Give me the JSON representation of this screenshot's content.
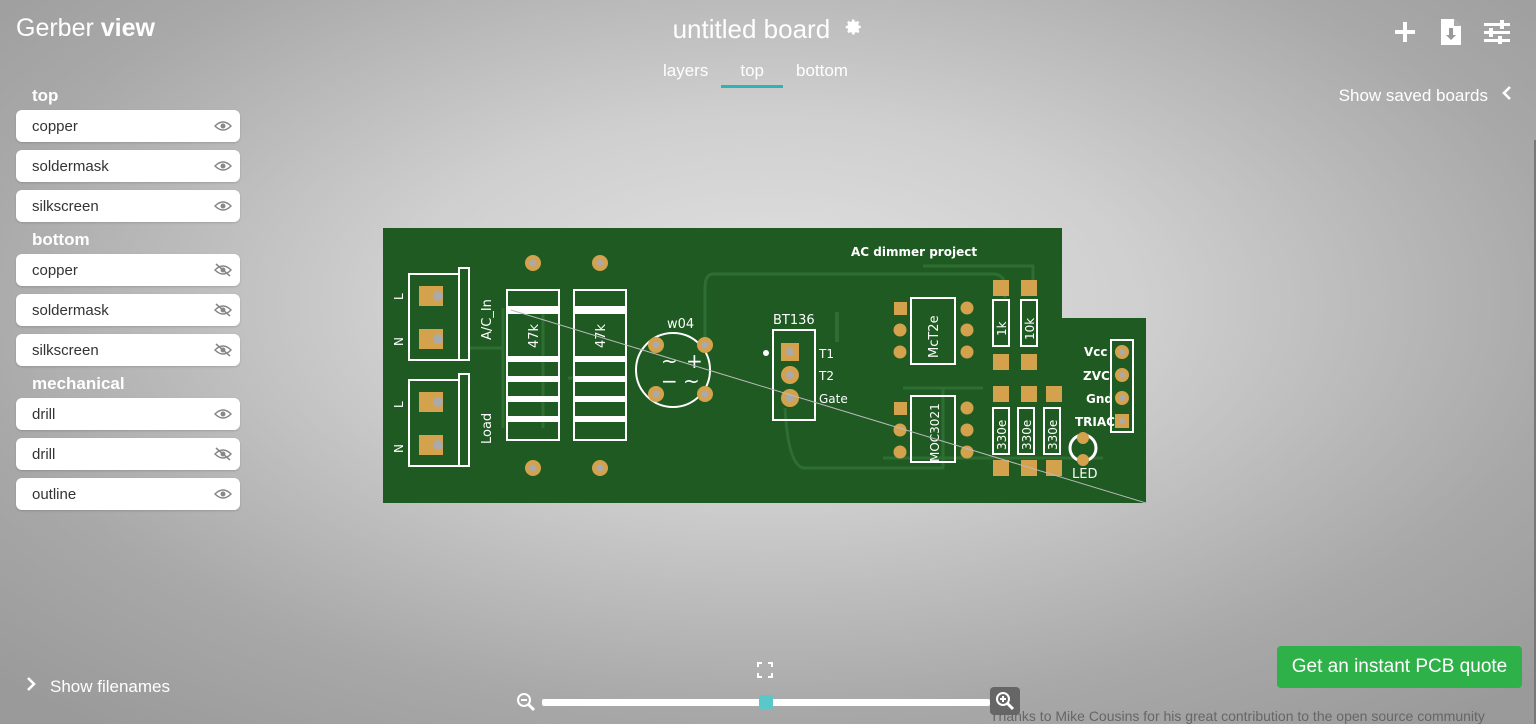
{
  "brand": {
    "prefix": "Gerber",
    "strong": "view"
  },
  "board": {
    "title": "untitled board"
  },
  "tabs": [
    {
      "label": "layers",
      "active": false
    },
    {
      "label": "top",
      "active": true
    },
    {
      "label": "bottom",
      "active": false
    }
  ],
  "top_icons": [
    "plus-icon",
    "download-icon",
    "sliders-icon"
  ],
  "saved_boards": {
    "label": "Show saved boards"
  },
  "sidebar": {
    "sections": [
      {
        "title": "top",
        "layers": [
          {
            "label": "copper",
            "visible": true
          },
          {
            "label": "soldermask",
            "visible": true
          },
          {
            "label": "silkscreen",
            "visible": true
          }
        ]
      },
      {
        "title": "bottom",
        "layers": [
          {
            "label": "copper",
            "visible": false
          },
          {
            "label": "soldermask",
            "visible": false
          },
          {
            "label": "silkscreen",
            "visible": false
          }
        ]
      },
      {
        "title": "mechanical",
        "layers": [
          {
            "label": "drill",
            "visible": true
          },
          {
            "label": "drill",
            "visible": false
          },
          {
            "label": "outline",
            "visible": true
          }
        ]
      }
    ]
  },
  "show_filenames": {
    "label": "Show filenames"
  },
  "zoom": {
    "level": 0.5
  },
  "quote_button": {
    "label": "Get an instant PCB quote"
  },
  "credits": {
    "text": "Thanks to Mike Cousins for his great contribution to the open source community"
  },
  "pcb_labels": {
    "project": "AC dimmer project",
    "ac_in": "A/C_In",
    "load": "Load",
    "l": "L",
    "n": "N",
    "r1": "47k",
    "r2": "47k",
    "bridge": "w04",
    "triac": "BT136",
    "t1": "T1",
    "t2": "T2",
    "gate": "Gate",
    "opto1": "McT2e",
    "opto2": "MOC3021",
    "r3": "1k",
    "r4": "10k",
    "r5": "330e",
    "r6": "330e",
    "r7": "330e",
    "vcc": "Vcc",
    "zvc": "ZVC",
    "gnd": "Gnd",
    "triac_pin": "TRIAC",
    "led": "LED"
  },
  "colors": {
    "accent": "#2fb4b4",
    "quote": "#2fb14a",
    "pcb_green": "#1e5a22",
    "pad": "#d4a24c",
    "silk": "#ffffff"
  }
}
